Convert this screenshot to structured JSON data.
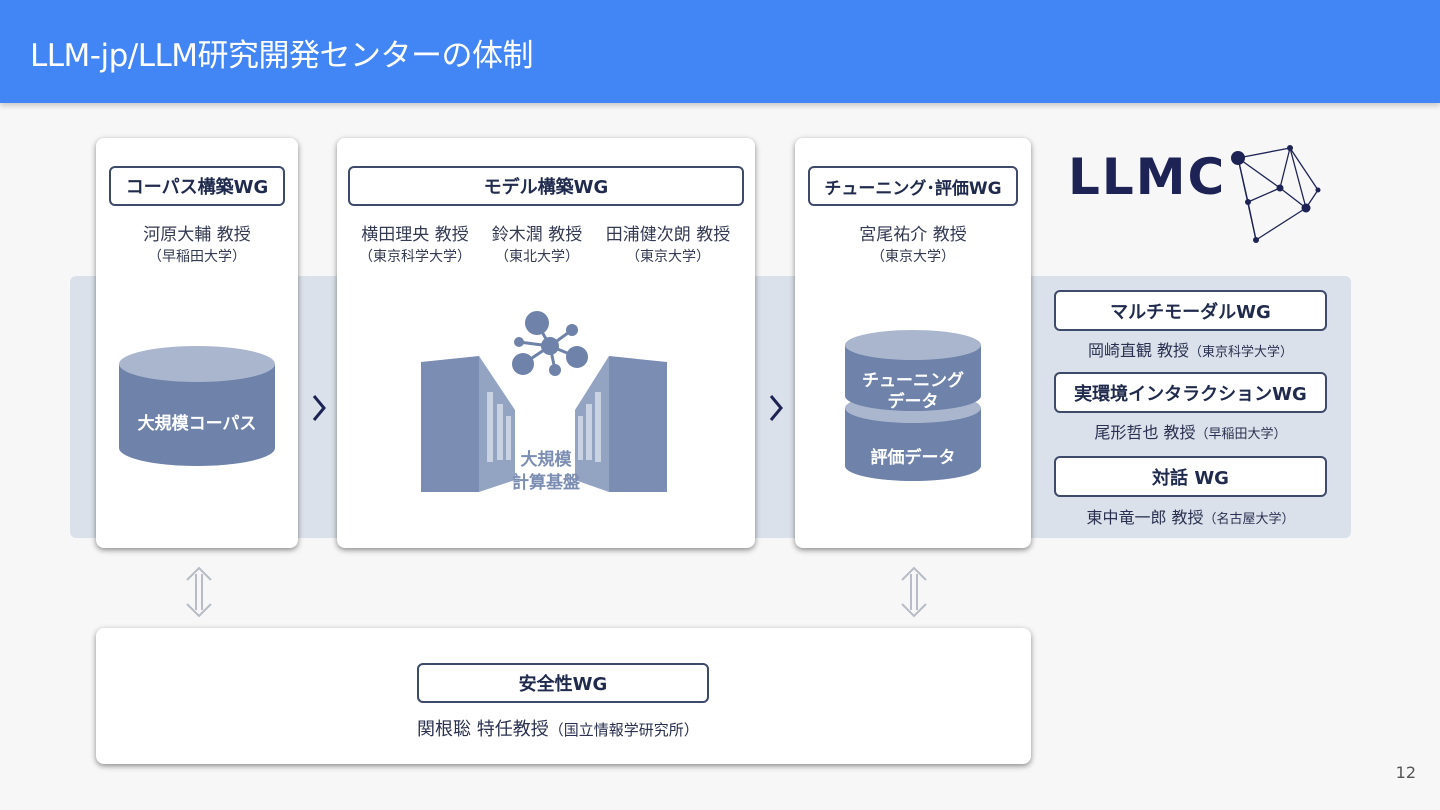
{
  "header": {
    "title": "LLM-jp/LLM研究開発センターの体制"
  },
  "corpus_wg": {
    "label": "コーパス構築WG",
    "person": "河原大輔 教授",
    "affiliation": "（早稲田大学）",
    "cylinder_label": "大規模コーパス"
  },
  "model_wg": {
    "label": "モデル構築WG",
    "people": [
      {
        "name": "横田理央 教授",
        "affiliation": "（東京科学大学）"
      },
      {
        "name": "鈴木潤 教授",
        "affiliation": "（東北大学）"
      },
      {
        "name": "田浦健次朗 教授",
        "affiliation": "（東京大学）"
      }
    ],
    "compute_label_1": "大規模",
    "compute_label_2": "計算基盤"
  },
  "tuning_wg": {
    "label": "チューニング･評価WG",
    "person": "宮尾祐介 教授",
    "affiliation": "（東京大学）",
    "cylinder_top_1": "チューニング",
    "cylinder_top_2": "データ",
    "cylinder_bottom": "評価データ"
  },
  "logo": {
    "text": "LLMC"
  },
  "side_wgs": [
    {
      "label": "マルチモーダルWG",
      "person": "岡崎直観 教授",
      "affiliation": "（東京科学大学）"
    },
    {
      "label": "実環境インタラクションWG",
      "person": "尾形哲也 教授",
      "affiliation": "（早稲田大学）"
    },
    {
      "label": "対話 WG",
      "person": "東中竜一郎 教授",
      "affiliation": "（名古屋大学）"
    }
  ],
  "safety_wg": {
    "label": "安全性WG",
    "person": "関根聡 特任教授",
    "affiliation": "（国立情報学研究所）"
  },
  "page_number": "12",
  "colors": {
    "header": "#4285f4",
    "band": "#dbe1ea",
    "accent": "#6e82aa",
    "navy": "#1d2455"
  }
}
